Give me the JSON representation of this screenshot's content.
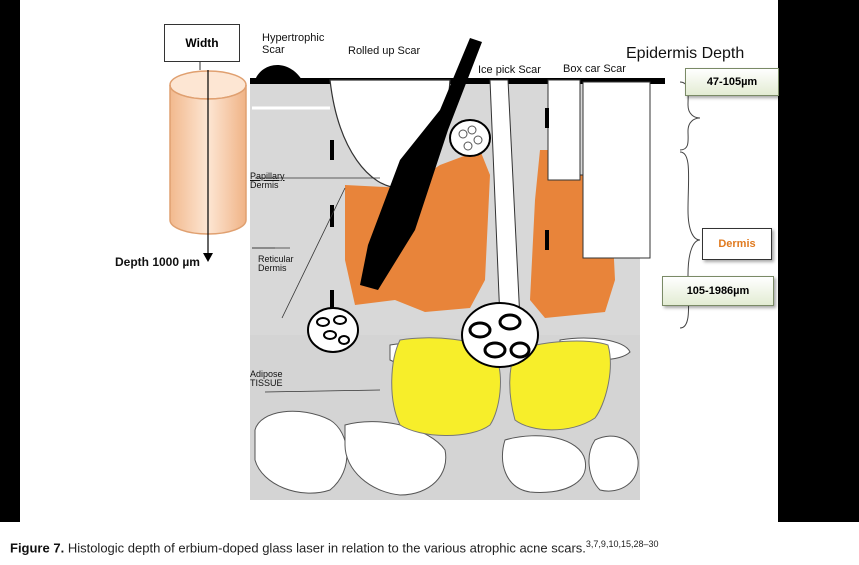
{
  "labels": {
    "width_box": "Width",
    "depth": "Depth  1000 µm",
    "hypertrophic": [
      "Hypertrophic",
      "Scar"
    ],
    "rolled_up": "Rolled up Scar",
    "ice_pick": "Ice pick  Scar",
    "box_car": "Box car Scar",
    "epidermis_depth": "Epidermis Depth",
    "papillary": [
      "Papillary",
      "Dermis"
    ],
    "reticular": [
      "Reticular",
      "Dermis"
    ],
    "adipose": [
      "Adipose",
      "TISSUE"
    ],
    "epi_range": "47-105µm",
    "dermis": "Dermis",
    "dermis_range": "105-1986µm"
  },
  "colors": {
    "frame": "#000000",
    "tissue": "#d8d8d8",
    "dermis_orange": "#e8843a",
    "fat_yellow": "#f7ee2a",
    "laser_cylinder": "#f7c9a3",
    "dermis_label": "#e07a1f"
  },
  "caption": {
    "figure": "Figure 7.",
    "text": "Histologic depth of erbium-doped glass laser in relation to the various atrophic acne scars.",
    "refs": "3,7,9,10,15,28–30"
  }
}
